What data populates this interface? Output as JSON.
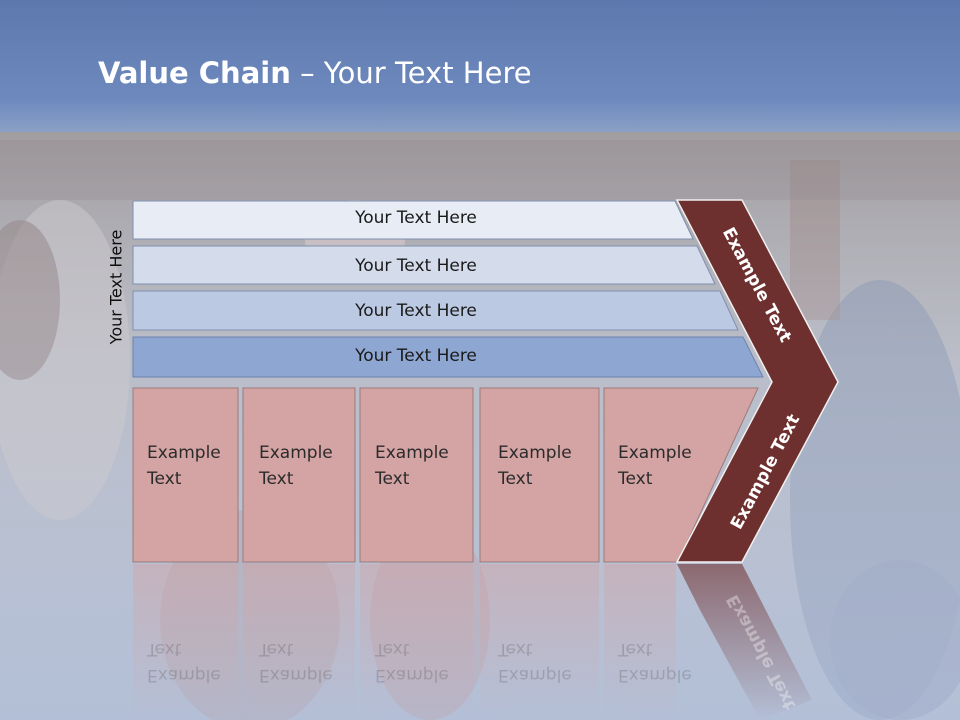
{
  "slide": {
    "title_bold": "Value Chain",
    "title_rest": " – Your Text Here",
    "vertical_label": "Your Text Here",
    "rows": [
      {
        "label": "Your Text Here",
        "color": "#e8ecf4"
      },
      {
        "label": "Your Text Here",
        "color": "#d4dcec"
      },
      {
        "label": "Your Text Here",
        "color": "#bcc9e3"
      },
      {
        "label": "Your Text Here",
        "color": "#8ea6d2"
      }
    ],
    "boxes": [
      {
        "text": "Example\nText"
      },
      {
        "text": "Example\nText"
      },
      {
        "text": "Example\nText"
      },
      {
        "text": "Example\nText"
      },
      {
        "text": "Example\nText"
      }
    ],
    "arrow_top_text": "Example Text",
    "arrow_bottom_text": "Example Text",
    "colors": {
      "header_band": "#6b86b8",
      "box_fill": "#d4a3a3",
      "arrow_fill": "#6e2f2f"
    }
  }
}
